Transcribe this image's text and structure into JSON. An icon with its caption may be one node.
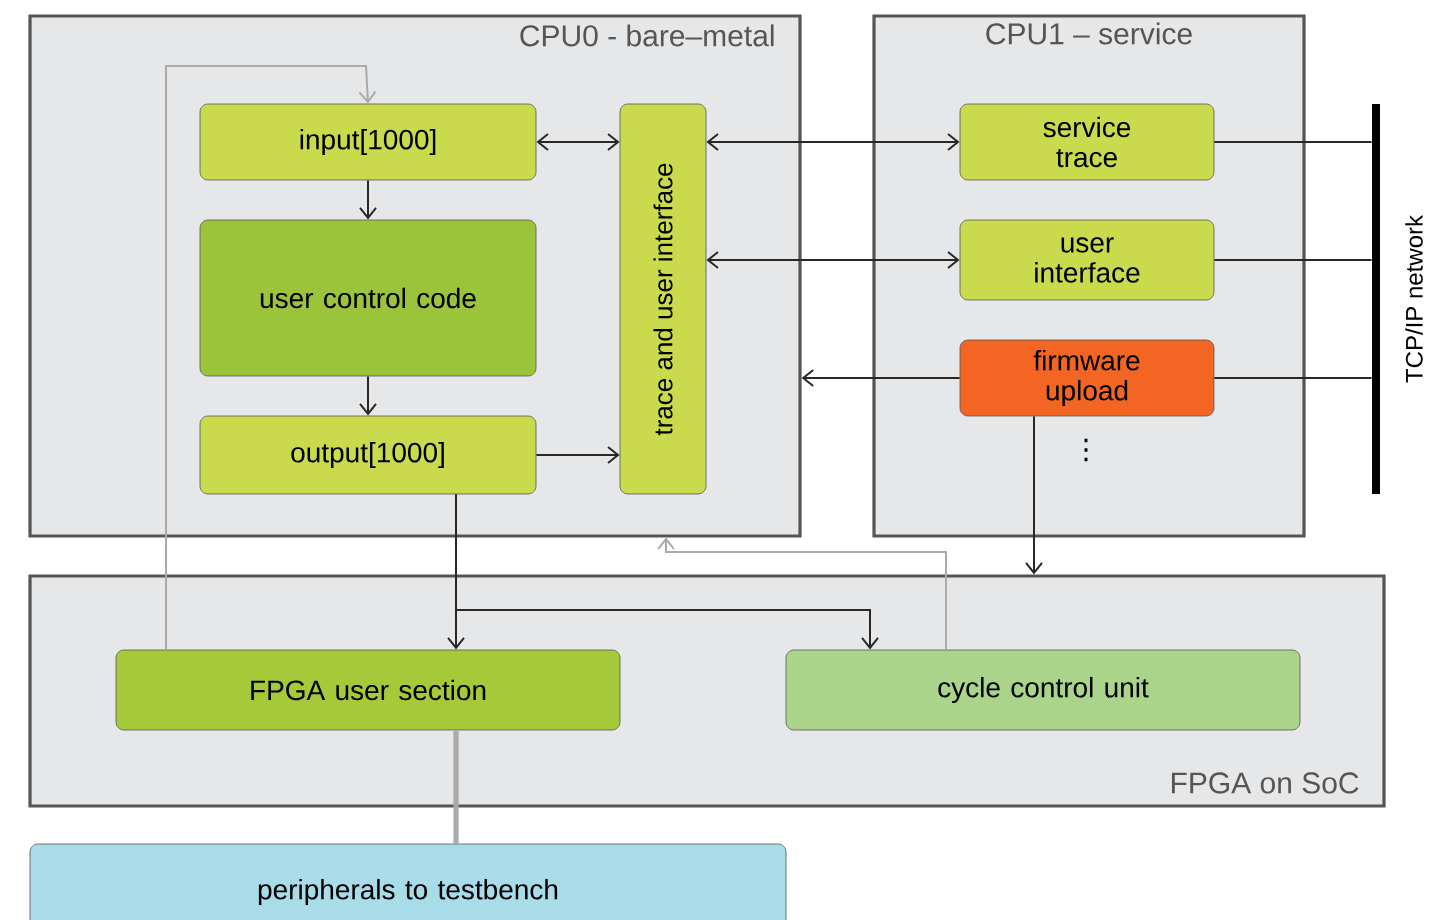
{
  "diagram": {
    "nodes": [
      {
        "text": [
          "CPU0 - bare–metal"
        ]
      },
      {
        "text": [
          "input[1000]"
        ],
        "in": 0
      },
      {
        "text": [
          "user control code"
        ],
        "in": 0
      },
      {
        "text": [
          "output[1000]"
        ],
        "in": 0
      },
      {
        "text": [
          "trace and user interface"
        ],
        "in": 0
      },
      {
        "text": [
          "CPU1 – service"
        ]
      },
      {
        "text": [
          "service trace"
        ],
        "in": 5
      },
      {
        "text": [
          "user interface"
        ],
        "in": 5
      },
      {
        "text": [
          "firmware upload"
        ],
        "in": 5
      },
      {
        "text": [],
        "shape": "bar",
        "beside": [
          "TCP/IP network"
        ]
      },
      {
        "text": [
          "FPGA on SoC"
        ]
      },
      {
        "text": [
          "FPGA user section"
        ],
        "in": 10
      },
      {
        "text": [
          "cycle control unit"
        ],
        "in": 10
      },
      {
        "text": [
          "peripherals to testbench"
        ]
      }
    ],
    "edges": [
      {
        "from": 11,
        "to": 1,
        "arrow": "to",
        "color": "#aaaaaa"
      },
      {
        "from": 1,
        "to": 2,
        "arrow": "to"
      },
      {
        "from": 2,
        "to": 3,
        "arrow": "to"
      },
      {
        "from": 1,
        "to": 4,
        "arrow": "both"
      },
      {
        "from": 3,
        "to": 4,
        "arrow": "to"
      },
      {
        "from": 4,
        "to": 6,
        "arrow": "both"
      },
      {
        "from": 4,
        "to": 7,
        "arrow": "both"
      },
      {
        "from": 8,
        "to": 0,
        "arrow": "to"
      },
      {
        "from": 6,
        "to": 9,
        "arrow": "none"
      },
      {
        "from": 7,
        "to": 9,
        "arrow": "none"
      },
      {
        "from": 8,
        "to": 9,
        "arrow": "none"
      },
      {
        "from": 8,
        "to": 10,
        "arrow": "to"
      },
      {
        "from": 3,
        "to": 11,
        "arrow": "to"
      },
      {
        "from": 3,
        "to": 12,
        "arrow": "to"
      },
      {
        "from": 12,
        "to": 0,
        "arrow": "to",
        "color": "#aaaaaa"
      },
      {
        "from": 11,
        "to": 13,
        "arrow": "none",
        "style": "thick",
        "color": "#aaaaaa"
      }
    ],
    "labels": [
      "⋮"
    ]
  }
}
